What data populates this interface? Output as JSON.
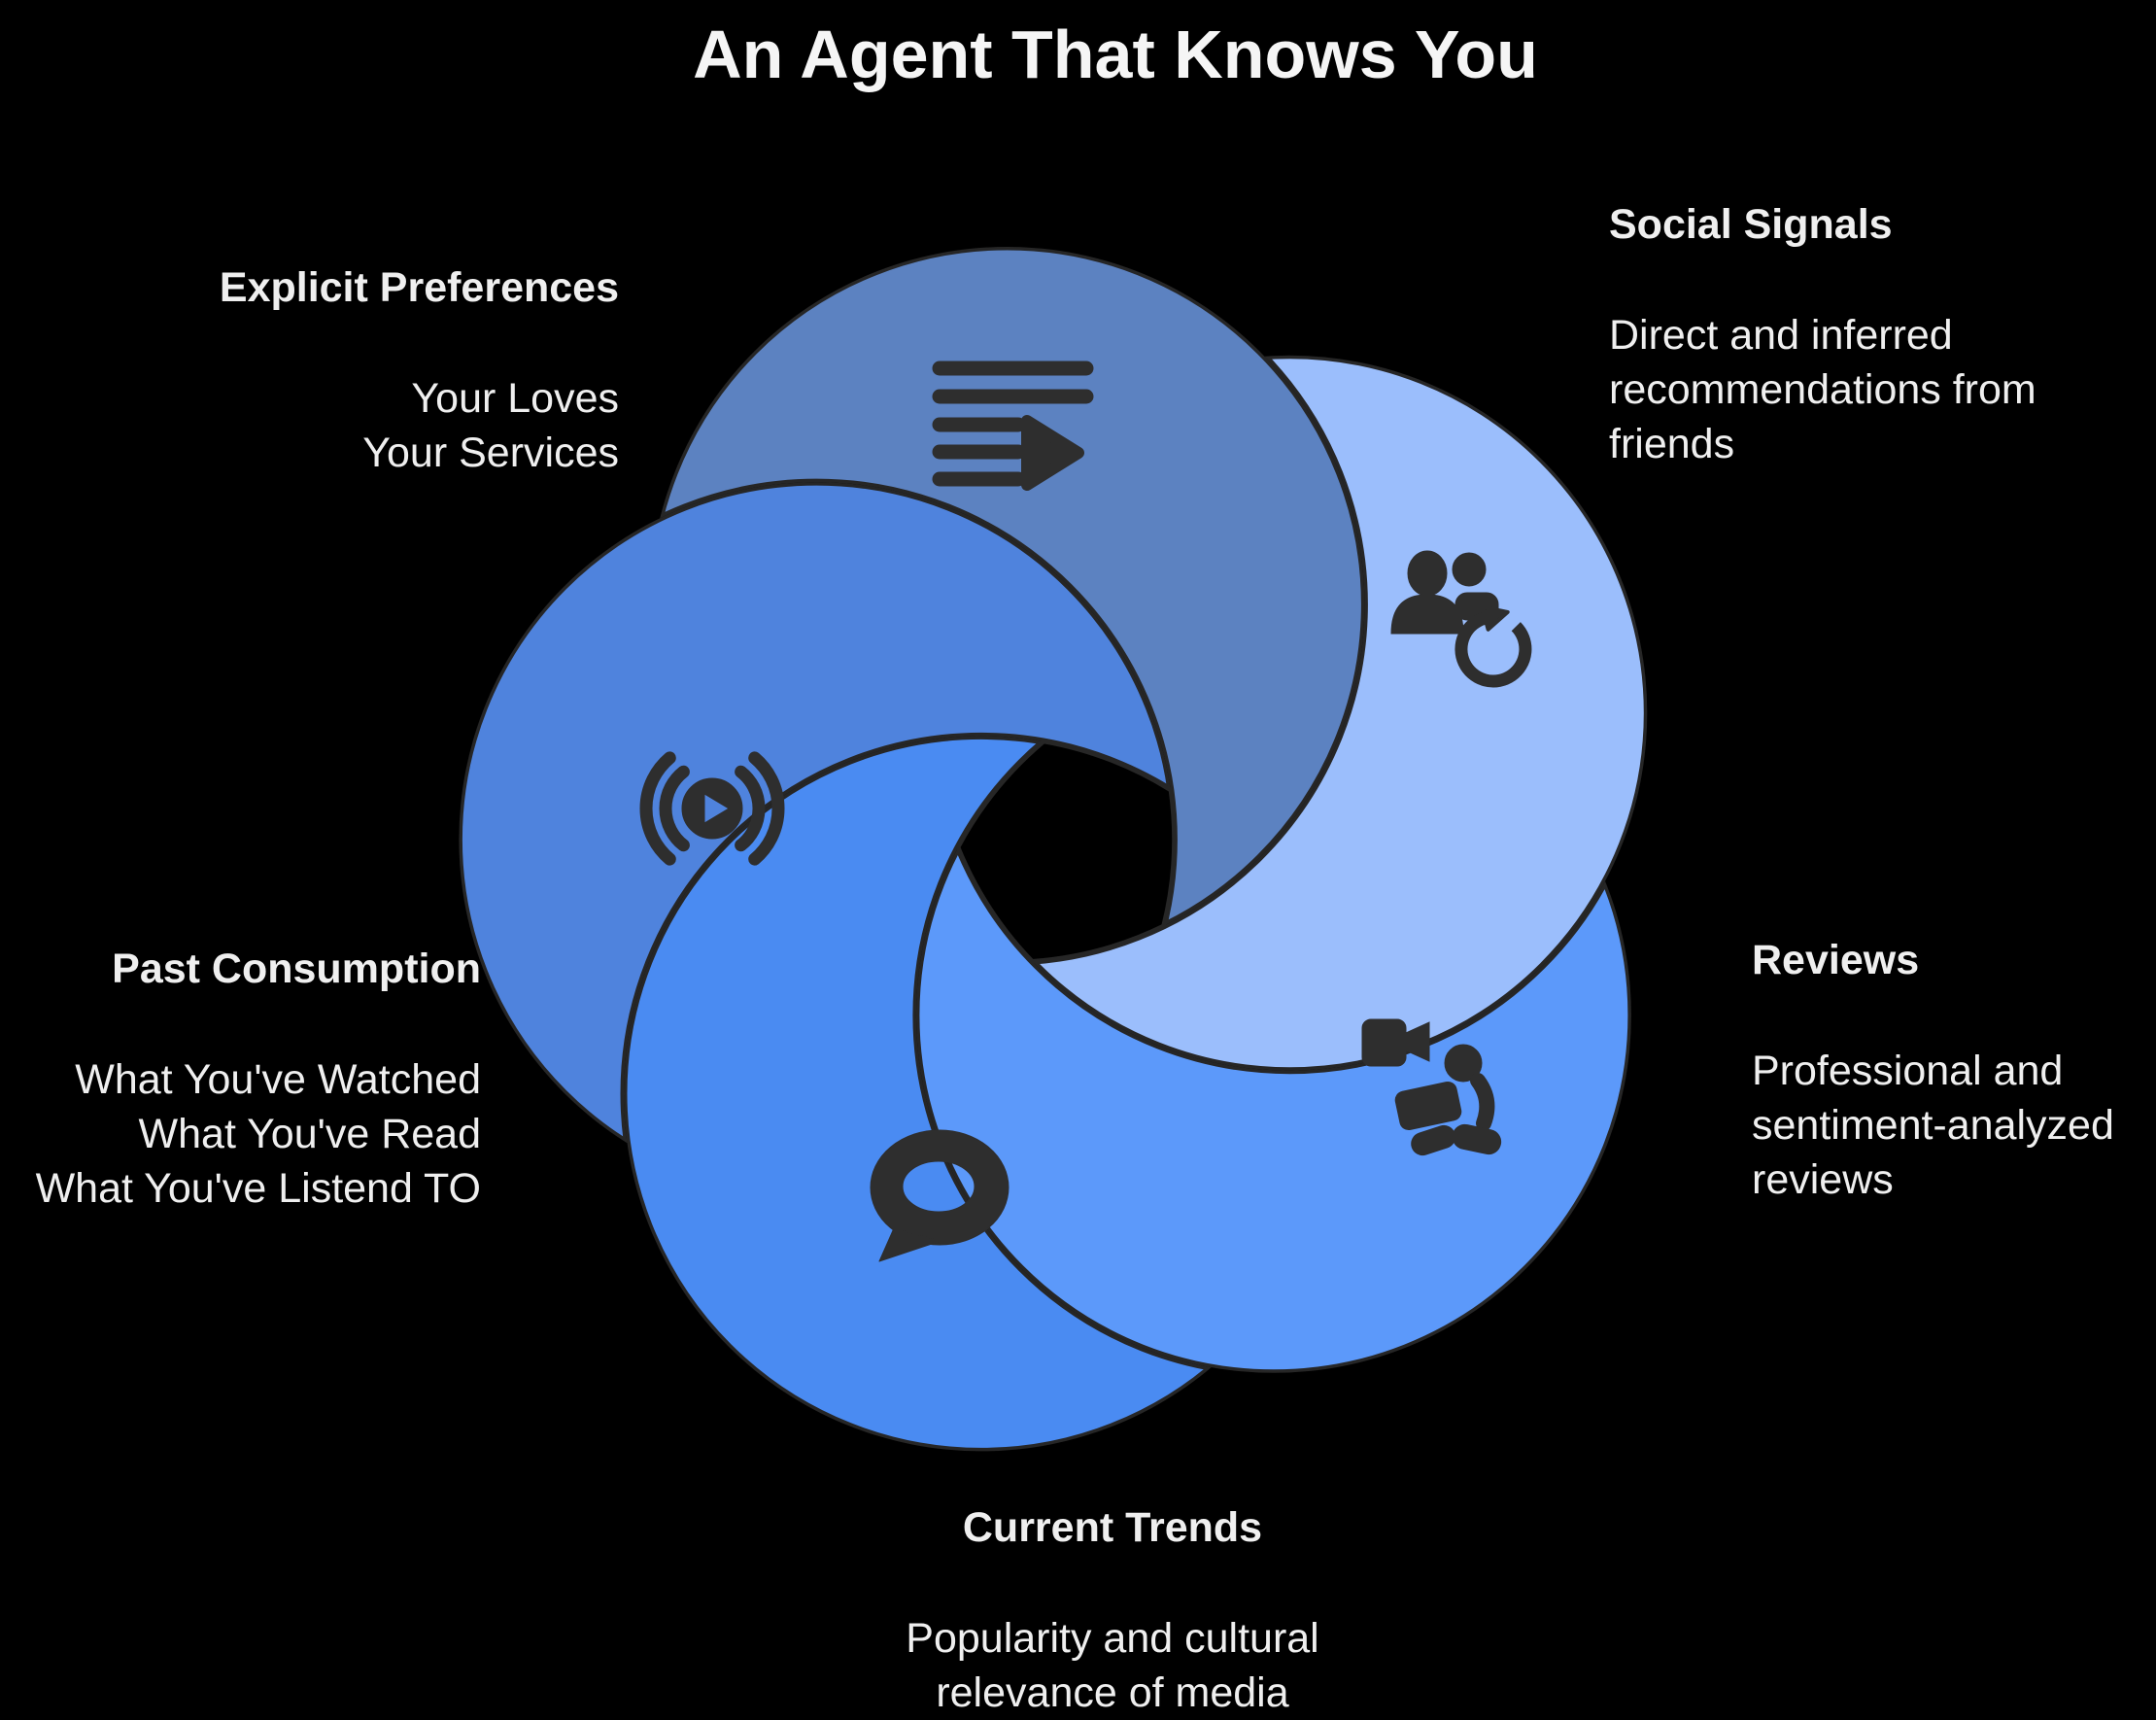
{
  "title": "An Agent That Knows You",
  "diagram": {
    "background": "#000000",
    "outline_color": "#262626",
    "icon_color": "#2e2e2e",
    "segments": [
      {
        "id": "explicit-preferences",
        "label": "Explicit Preferences",
        "lines": [
          "Your Loves",
          "Your Services"
        ],
        "color": "#5c82c1",
        "icon": "playlist-icon"
      },
      {
        "id": "social-signals",
        "label": "Social Signals",
        "lines": [
          "Direct and inferred",
          "recommendations from",
          "friends"
        ],
        "color": "#9bbefc",
        "icon": "people-sync-icon"
      },
      {
        "id": "reviews",
        "label": "Reviews",
        "lines": [
          "Professional and",
          "sentiment-analyzed",
          "reviews"
        ],
        "color": "#5c99fa",
        "icon": "video-review-icon"
      },
      {
        "id": "current-trends",
        "label": "Current Trends",
        "lines": [
          "Popularity and cultural",
          "relevance of media"
        ],
        "color": "#4a8bf2",
        "icon": "speech-bubble-icon"
      },
      {
        "id": "past-consumption",
        "label": "Past Consumption",
        "lines": [
          "What You've Watched",
          "What You've Read",
          "What You've Listend TO"
        ],
        "color": "#4f83dd",
        "icon": "live-stream-icon"
      }
    ]
  }
}
